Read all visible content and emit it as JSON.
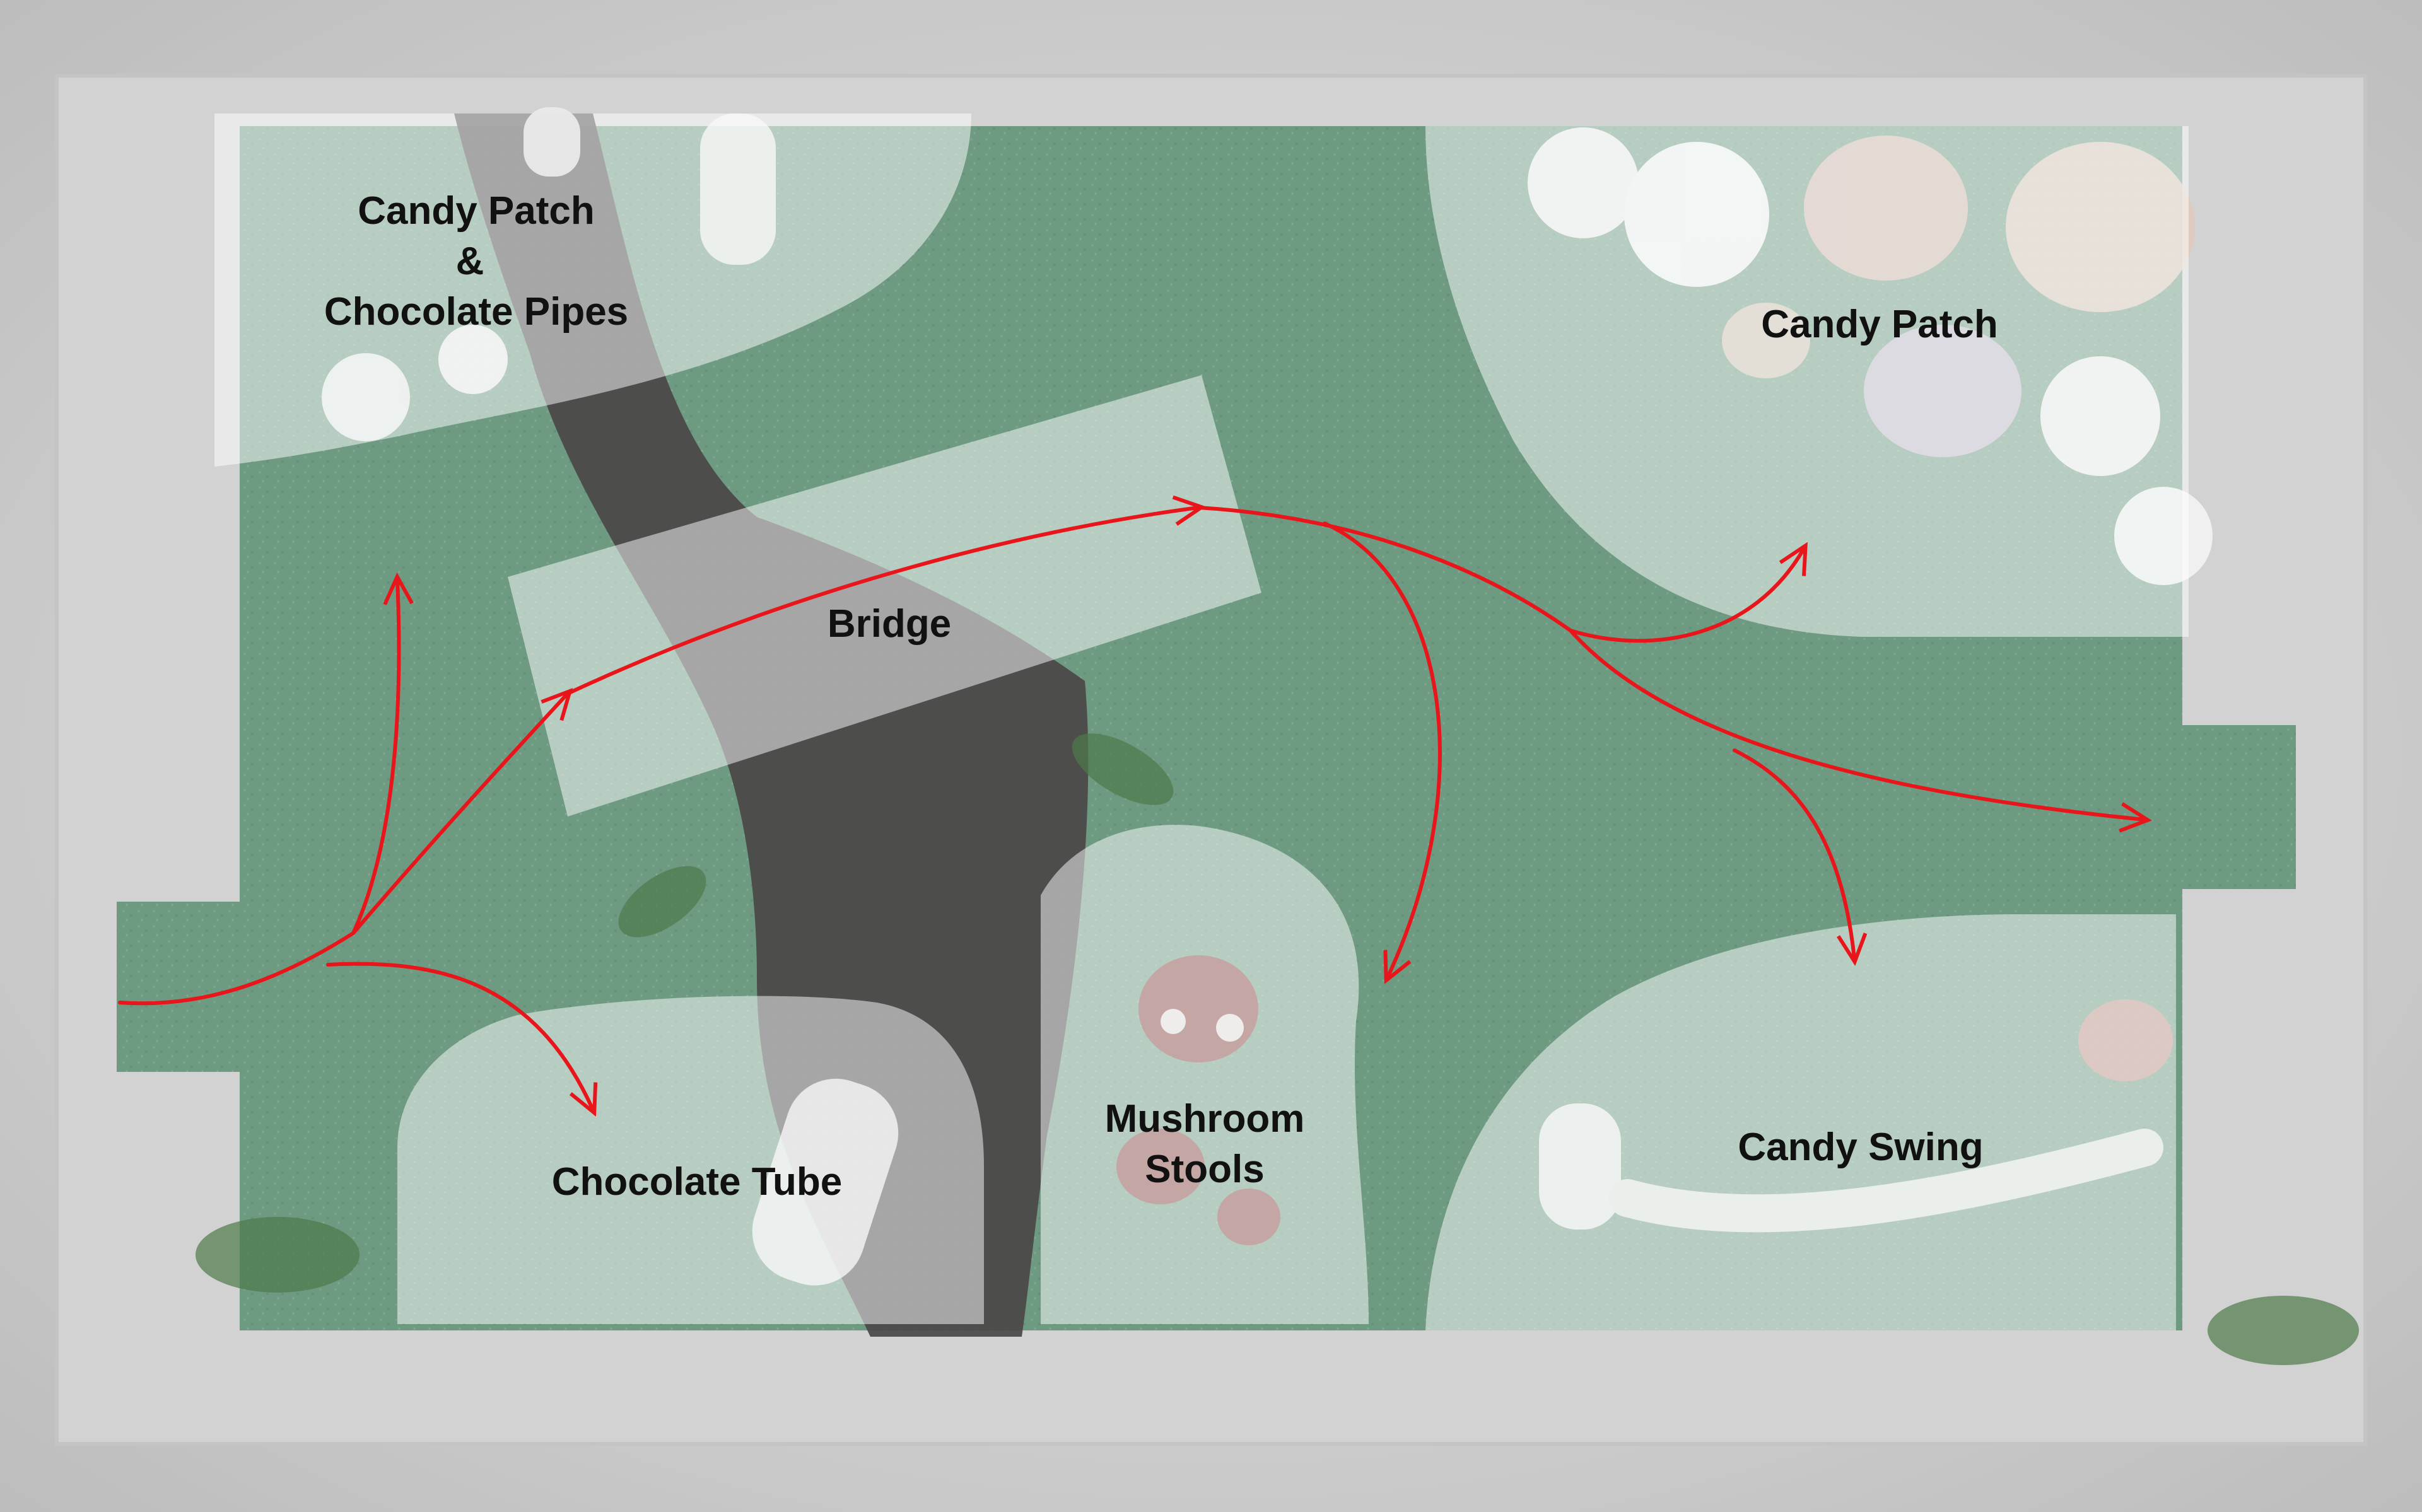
{
  "zones": {
    "candy_patch_pipes": {
      "line1": "Candy Patch",
      "line2": "&",
      "line3": "Chocolate Pipes"
    },
    "candy_patch": {
      "label": "Candy Patch"
    },
    "bridge": {
      "label": "Bridge"
    },
    "chocolate_tube": {
      "label": "Chocolate Tube"
    },
    "mushroom_stools": {
      "line1": "Mushroom",
      "line2": "Stools"
    },
    "candy_swing": {
      "label": "Candy Swing"
    }
  },
  "colors": {
    "room_wall": "#dcdcdc",
    "floor_edge": "#c9c9c9",
    "grass": "#6e9a82",
    "grass_dark": "#5e8a73",
    "zone_overlay": "#ffffff",
    "chocolate_river": "#4a4748",
    "path_arrow": "#e8151b"
  }
}
